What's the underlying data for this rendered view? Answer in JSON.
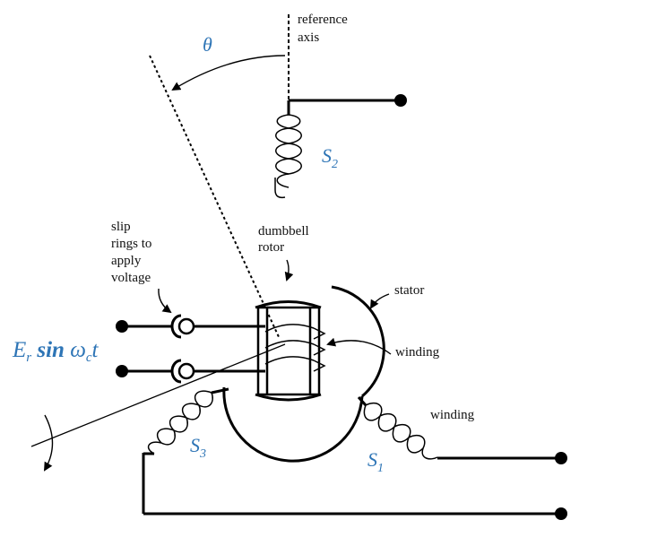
{
  "labels": {
    "reference_axis": [
      "reference",
      "axis"
    ],
    "theta": "θ",
    "s2": {
      "base": "S",
      "sub": "2"
    },
    "s3": {
      "base": "S",
      "sub": "3"
    },
    "s1": {
      "base": "S",
      "sub": "1"
    },
    "slip_rings": [
      "slip",
      "rings to",
      "apply",
      "voltage"
    ],
    "dumbbell_rotor": [
      "dumbbell",
      "rotor"
    ],
    "stator": "stator",
    "winding_rotor": "winding",
    "winding_s1": "winding",
    "input_voltage": {
      "er": "E",
      "er_sub": "r",
      "sin": " sin ",
      "omega": "ω",
      "omega_sub": "c",
      "t": "t"
    }
  },
  "colors": {
    "accent": "#2e75b6",
    "line": "#000000",
    "text": "#111111"
  }
}
